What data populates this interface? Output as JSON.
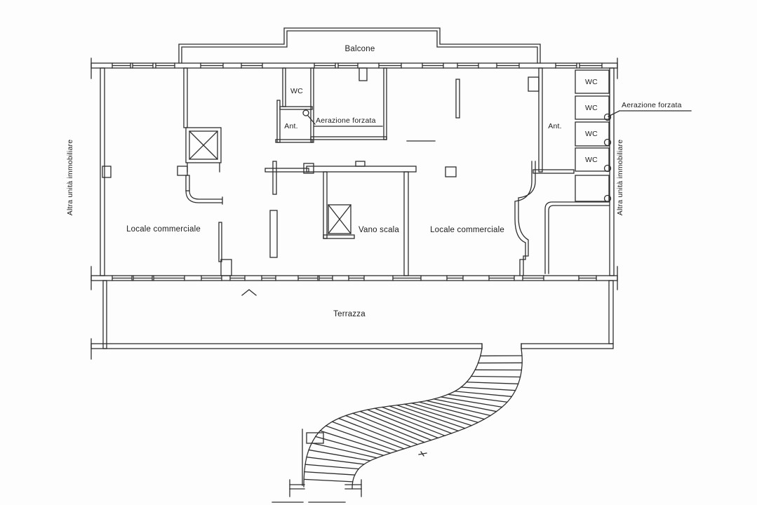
{
  "floorplan": {
    "labels": {
      "balcone": "Balcone",
      "terrazza": "Terrazza",
      "vano_scala": "Vano scala",
      "locale_commerciale_sx": "Locale commerciale",
      "locale_commerciale_dx": "Locale commerciale",
      "wc_sx": "WC",
      "ant_sx": "Ant.",
      "aerazione_sx": "Aerazione forzata",
      "ant_dx": "Ant.",
      "aerazione_dx": "Aerazione forzata",
      "altra_unita_sx": "Altra unità immobiliare",
      "altra_unita_dx": "Altra unità immobiliare",
      "wc_dx": [
        "WC",
        "WC",
        "WC",
        "WC"
      ]
    },
    "stairs": {
      "tread_count": 33
    },
    "colors": {
      "line": "#2e2e2e",
      "background": "#fdfdfd",
      "text": "#1c1c1c"
    }
  }
}
